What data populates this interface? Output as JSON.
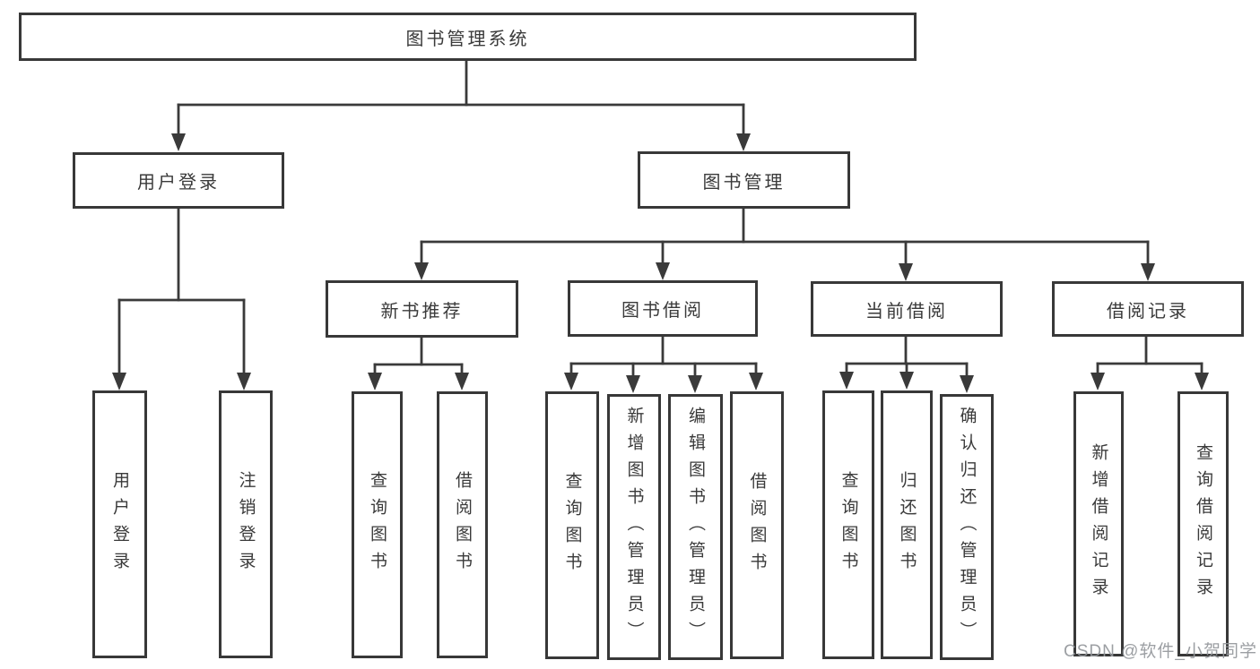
{
  "diagram": {
    "root": {
      "label": "图书管理系统"
    },
    "branches": [
      {
        "label": "用户登录",
        "leaves": [
          {
            "label": "用户登录"
          },
          {
            "label": "注销登录"
          }
        ]
      },
      {
        "label": "图书管理",
        "groups": [
          {
            "label": "新书推荐",
            "leaves": [
              {
                "label": "查询图书"
              },
              {
                "label": "借阅图书"
              }
            ]
          },
          {
            "label": "图书借阅",
            "leaves": [
              {
                "label": "查询图书"
              },
              {
                "label": "新增图书（管理员）"
              },
              {
                "label": "编辑图书（管理员）"
              },
              {
                "label": "借阅图书"
              }
            ]
          },
          {
            "label": "当前借阅",
            "leaves": [
              {
                "label": "查询图书"
              },
              {
                "label": "归还图书"
              },
              {
                "label": "确认归还（管理员）"
              }
            ]
          },
          {
            "label": "借阅记录",
            "leaves": [
              {
                "label": "新增借阅记录"
              },
              {
                "label": "查询借阅记录"
              }
            ]
          }
        ]
      }
    ]
  },
  "watermark": {
    "text": "CSDN @软件_小贺同学"
  },
  "colors": {
    "line": "#3a3a3a",
    "border": "#383838",
    "text": "#3a3a3a",
    "watermark": "#94979b",
    "background": "#ffffff"
  }
}
